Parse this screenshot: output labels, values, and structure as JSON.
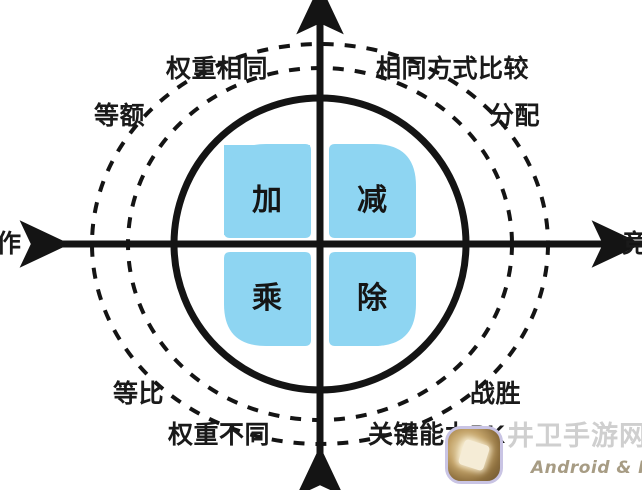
{
  "diagram": {
    "type": "quadrant-matrix",
    "title": "",
    "axes": {
      "horizontal": {
        "left_label": "作",
        "right_label": "竞",
        "left_label_full": "合作",
        "right_label_full": "竞争",
        "arrow_left": true,
        "arrow_right": true
      },
      "vertical": {
        "top_label": "",
        "bottom_label": "",
        "arrow_top": true,
        "arrow_bottom": true
      }
    },
    "quadrants": [
      {
        "id": "q2",
        "position": "top-left",
        "label": "加",
        "meaning": "add",
        "color": "#8ED5F2"
      },
      {
        "id": "q1",
        "position": "top-right",
        "label": "减",
        "meaning": "subtract",
        "color": "#8ED5F2"
      },
      {
        "id": "q3",
        "position": "bottom-left",
        "label": "乘",
        "meaning": "multiply",
        "color": "#8ED5F2"
      },
      {
        "id": "q4",
        "position": "bottom-right",
        "label": "除",
        "meaning": "divide",
        "color": "#8ED5F2"
      }
    ],
    "annotations": {
      "top_left_outer": "权重相同",
      "top_left_inner": "等额",
      "top_right_outer": "相同方式比较",
      "top_right_inner": "分配",
      "bottom_left_inner": "等比",
      "bottom_left_outer": "权重不同",
      "bottom_right_inner": "战胜",
      "bottom_right_outer": "关键能力PK"
    },
    "colors": {
      "quadrant_fill": "#8ED5F2",
      "stroke": "#1a1a1a",
      "background": "#ffffff",
      "text": "#1a1a1a"
    }
  },
  "watermark": {
    "site_name": "井卫手游网",
    "platforms": "Android & IOS",
    "icon_name": "gem-app-icon"
  }
}
